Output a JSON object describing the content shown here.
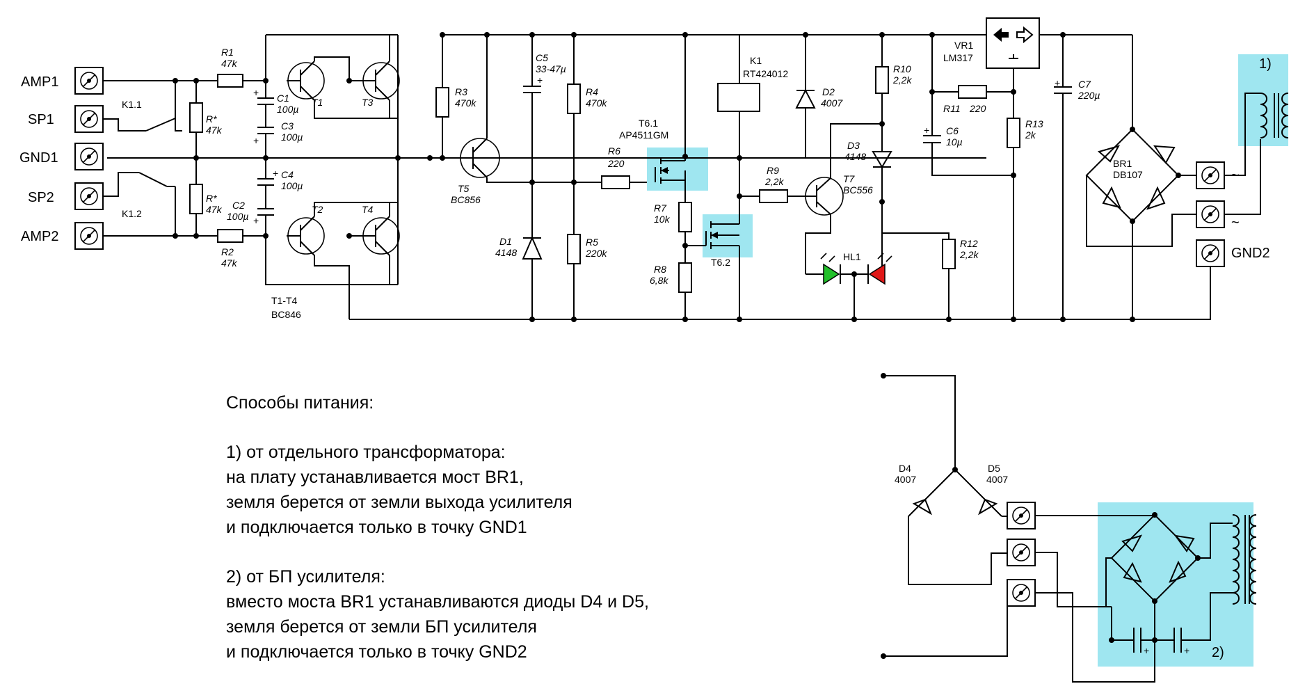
{
  "connectors": {
    "amp1": "AMP1",
    "sp1": "SP1",
    "gnd1": "GND1",
    "sp2": "SP2",
    "amp2": "AMP2",
    "gnd2": "GND2",
    "tilde": "~"
  },
  "components": {
    "r1": {
      "ref": "R1",
      "value": "47k"
    },
    "r2": {
      "ref": "R2",
      "value": "47k"
    },
    "r3": {
      "ref": "R3",
      "value": "470k"
    },
    "r4": {
      "ref": "R4",
      "value": "470k"
    },
    "r5": {
      "ref": "R5",
      "value": "220k"
    },
    "r6": {
      "ref": "R6",
      "value": "220"
    },
    "r7": {
      "ref": "R7",
      "value": "10k"
    },
    "r8": {
      "ref": "R8",
      "value": "6,8k"
    },
    "r9": {
      "ref": "R9",
      "value": "2,2k"
    },
    "r10": {
      "ref": "R10",
      "value": "2,2k"
    },
    "r11": {
      "ref": "R11",
      "value": "220"
    },
    "r12": {
      "ref": "R12",
      "value": "2,2k"
    },
    "r13": {
      "ref": "R13",
      "value": "2k"
    },
    "rstar": {
      "ref": "R*",
      "value": "47k"
    },
    "c1": {
      "ref": "C1",
      "value": "100µ"
    },
    "c2": {
      "ref": "C2",
      "value": "100µ"
    },
    "c3": {
      "ref": "C3",
      "value": "100µ"
    },
    "c4": {
      "ref": "C4",
      "value": "100µ"
    },
    "c5": {
      "ref": "C5",
      "value": "33-47µ"
    },
    "c6": {
      "ref": "C6",
      "value": "10µ"
    },
    "c7": {
      "ref": "C7",
      "value": "220µ"
    },
    "d1": {
      "ref": "D1",
      "value": "4148"
    },
    "d2": {
      "ref": "D2",
      "value": "4007"
    },
    "d3": {
      "ref": "D3",
      "value": "4148"
    },
    "d4": {
      "ref": "D4",
      "value": "4007"
    },
    "d5": {
      "ref": "D5",
      "value": "4007"
    },
    "t1": "T1",
    "t2": "T2",
    "t3": "T3",
    "t4": "T4",
    "t1t4": {
      "ref": "T1-T4",
      "value": "BC846"
    },
    "t5": {
      "ref": "T5",
      "value": "BC856"
    },
    "t61": {
      "ref": "T6.1",
      "value": "AP4511GM"
    },
    "t62": "T6.2",
    "t7": {
      "ref": "T7",
      "value": "BC556"
    },
    "k1": {
      "ref": "K1",
      "value": "RT424012"
    },
    "k11": "K1.1",
    "k12": "K1.2",
    "vr1": {
      "ref": "VR1",
      "value": "LM317"
    },
    "br1": {
      "ref": "BR1",
      "value": "DB107"
    },
    "hl1": "HL1",
    "plus": "+"
  },
  "options": {
    "opt1": "1)",
    "opt2": "2)"
  },
  "notes": {
    "title": "Способы питания:",
    "o1_head": "1) от отдельного трансформатора:",
    "o1_l1": "на плату устанавливается мост BR1,",
    "o1_l2": "земля берется от земли выхода усилителя",
    "o1_l3": "и подключается только в точку GND1",
    "o2_head": "2) от БП усилителя:",
    "o2_l1": "вместо моста BR1 устанавливаются диоды D4 и D5,",
    "o2_l2": "земля берется от земли БП усилителя",
    "o2_l3": "и подключается только в точку GND2"
  },
  "colors": {
    "highlight": "#9fe6f0",
    "led_green": "#22c02a",
    "led_red": "#e01818"
  }
}
